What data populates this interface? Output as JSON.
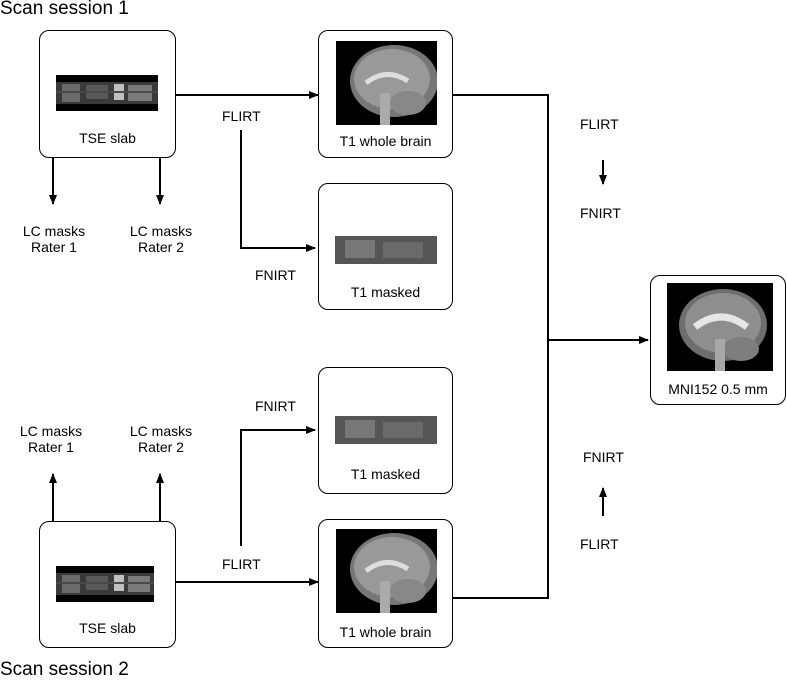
{
  "sessions": {
    "s1": "Scan session 1",
    "s2": "Scan session 2"
  },
  "boxes": {
    "tse1": "TSE slab",
    "t1_whole1": "T1 whole brain",
    "t1_masked1": "T1 masked",
    "t1_masked2": "T1 masked",
    "tse2": "TSE slab",
    "t1_whole2": "T1 whole brain",
    "mni": "MNI152 0.5 mm"
  },
  "edges": {
    "flirt_top": "FLIRT",
    "fnirt_top": "FNIRT",
    "flirt_bottom": "FLIRT",
    "fnirt_bottom": "FNIRT",
    "right_top": {
      "upper": "FLIRT",
      "lower": "FNIRT"
    },
    "right_bottom": {
      "upper": "FNIRT",
      "lower": "FLIRT"
    }
  },
  "masks": {
    "top": [
      {
        "line1": "LC masks",
        "line2": "Rater 1"
      },
      {
        "line1": "LC masks",
        "line2": "Rater 2"
      }
    ],
    "bottom": [
      {
        "line1": "LC masks",
        "line2": "Rater 1"
      },
      {
        "line1": "LC masks",
        "line2": "Rater 2"
      }
    ]
  },
  "colors": {
    "line": "#000000",
    "image_bg": "#000000"
  }
}
